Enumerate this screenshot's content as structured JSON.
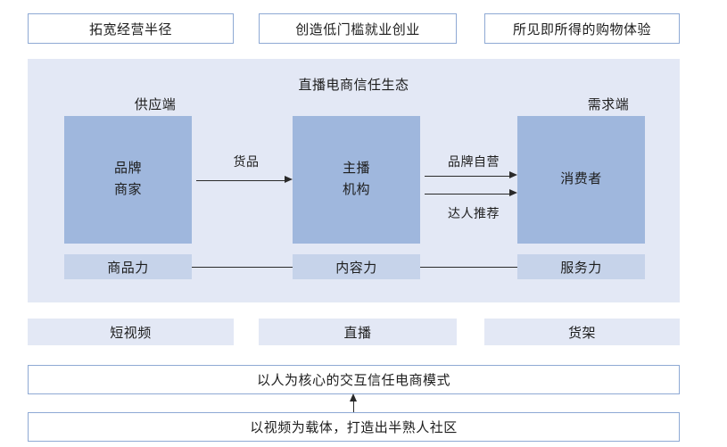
{
  "top_boxes": [
    {
      "label": "拓宽经营半径"
    },
    {
      "label": "创造低门槛就业创业"
    },
    {
      "label": "所见即所得的购物体验"
    }
  ],
  "ecosystem": {
    "title": "直播电商信任生态",
    "supply_label": "供应端",
    "demand_label": "需求端",
    "actors": [
      {
        "line1": "品牌",
        "line2": "商家"
      },
      {
        "line1": "主播",
        "line2": "机构"
      },
      {
        "line1": "消费者",
        "line2": ""
      }
    ],
    "flows": [
      {
        "label": "货品"
      },
      {
        "label": "品牌自营"
      },
      {
        "label": "达人推荐"
      }
    ],
    "capabilities": [
      {
        "label": "商品力"
      },
      {
        "label": "内容力"
      },
      {
        "label": "服务力"
      }
    ]
  },
  "channels": [
    {
      "label": "短视频"
    },
    {
      "label": "直播"
    },
    {
      "label": "货架"
    }
  ],
  "statements": [
    {
      "label": "以人为核心的交互信任电商模式"
    },
    {
      "label": "以视频为载体，打造出半熟人社区"
    }
  ],
  "colors": {
    "panel_bg": "#e3e8f5",
    "actor_fill": "#9fb7dd",
    "capability_fill": "#c6d3ea",
    "box_border": "#8ea9d4",
    "line": "#2a2a2a"
  }
}
